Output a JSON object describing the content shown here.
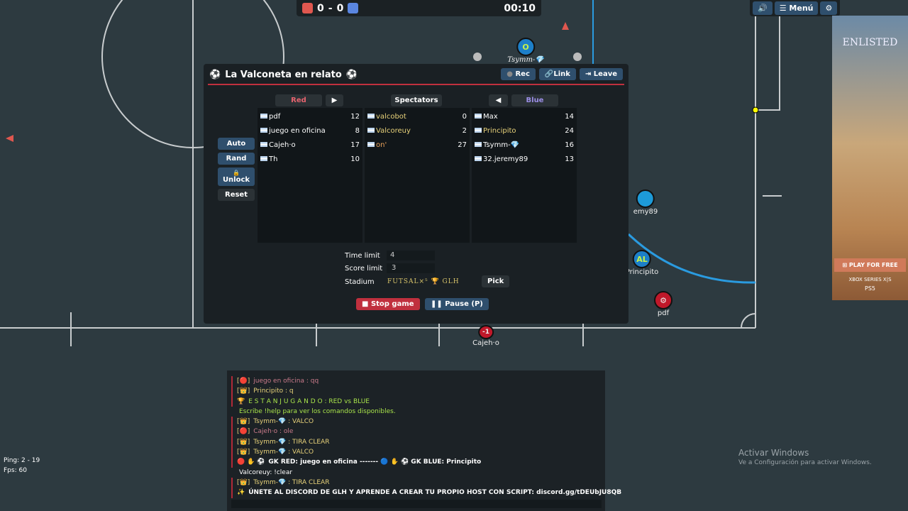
{
  "scoreboard": {
    "red_score": "0",
    "separator": "-",
    "blue_score": "0",
    "time": "00:10",
    "red_color": "#e0574f",
    "blue_color": "#5a86e0"
  },
  "top_menu": {
    "menu_label": "Menú"
  },
  "field_players": [
    {
      "name": "Tsymm-💎",
      "avatar": "O"
    },
    {
      "name": "emy89",
      "avatar": ""
    },
    {
      "name": "Principito",
      "avatar": "AL"
    },
    {
      "name": "pdf",
      "avatar": "⚙"
    },
    {
      "name": "Cajeh·o",
      "avatar": "-1"
    }
  ],
  "room": {
    "title": "La Valconeta en relato",
    "buttons": {
      "rec": "Rec",
      "link": "Link",
      "leave": "Leave"
    },
    "teams": {
      "red": "Red",
      "spectators": "Spectators",
      "blue": "Blue"
    },
    "side_buttons": {
      "auto": "Auto",
      "rand": "Rand",
      "unlock": "Unlock",
      "reset": "Reset"
    },
    "red_players": [
      {
        "name": "pdf",
        "ping": "12"
      },
      {
        "name": "juego en oficina",
        "ping": "8"
      },
      {
        "name": "Cajeh·o",
        "ping": "17"
      },
      {
        "name": "Th",
        "ping": "10"
      }
    ],
    "spectators": [
      {
        "name": "valcobot",
        "ping": "0"
      },
      {
        "name": "Valcoreuy",
        "ping": "2"
      },
      {
        "name": "on'",
        "ping": "27"
      }
    ],
    "blue_players": [
      {
        "name": "Max",
        "ping": "14"
      },
      {
        "name": "Principito",
        "ping": "24"
      },
      {
        "name": "Tsymm-💎",
        "ping": "16"
      },
      {
        "name": "32.jeremy89",
        "ping": "13"
      }
    ],
    "settings": {
      "time_limit_label": "Time limit",
      "time_limit": "4",
      "score_limit_label": "Score limit",
      "score_limit": "3",
      "stadium_label": "Stadium",
      "stadium": "FUTSAL×⁵ 🏆 GLH",
      "pick": "Pick"
    },
    "stop_game": "Stop game",
    "pause": "Pause (P)"
  },
  "chat": [
    {
      "prefix": "[🔴]",
      "text": "juego en oficina :   qq",
      "color": "#c97a8a"
    },
    {
      "prefix": "[👑]",
      "text": "Principito :   q",
      "color": "#e8d27a"
    },
    {
      "prefix": "🏆",
      "text": "E S T A N   J U G A N D O :     RED  vs  BLUE",
      "color": "#a8e34a"
    },
    {
      "prefix": "",
      "text": "Escribe !help para ver los comandos disponibles.",
      "color": "#a8e34a"
    },
    {
      "prefix": "[👑]",
      "text": "Tsymm-💎  :   VALCO",
      "color": "#e8d27a"
    },
    {
      "prefix": "[🔴]",
      "text": "Cajeh·o :   ole",
      "color": "#c97a8a"
    },
    {
      "prefix": "[👑]",
      "text": "Tsymm-💎  :   TIRA CLEAR",
      "color": "#e8d27a"
    },
    {
      "prefix": "[👑]",
      "text": "Tsymm-💎  :   VALCO",
      "color": "#e8d27a"
    },
    {
      "prefix": "🔴 ✋ ⚽",
      "text": "GK RED: juego en oficina ------- 🔵 ✋ ⚽ GK BLUE: Principito",
      "color": "#ffffff"
    },
    {
      "prefix": "",
      "text": "Valcoreuy: !clear",
      "color": "#ffffff"
    },
    {
      "prefix": "[👑]",
      "text": "Tsymm-💎  :   TIRA CLEAR",
      "color": "#e8d27a"
    },
    {
      "prefix": "✨",
      "text": "ÚNETE AL DISCORD DE GLH Y APRENDE A CREAR TU PROPIO HOST CON SCRIPT: discord.gg/tDEUbJU8QB",
      "color": "#ffffff"
    }
  ],
  "stats": {
    "ping": "Ping: 2 - 19",
    "fps": "Fps: 60"
  },
  "ad": {
    "brand": "ENLISTED",
    "cta": "PLAY FOR FREE",
    "platforms": "XBOX SERIES X|S",
    "ps": "PS5"
  },
  "watermark": {
    "title": "Activar Windows",
    "subtitle": "Ve a Configuración para activar Windows."
  }
}
